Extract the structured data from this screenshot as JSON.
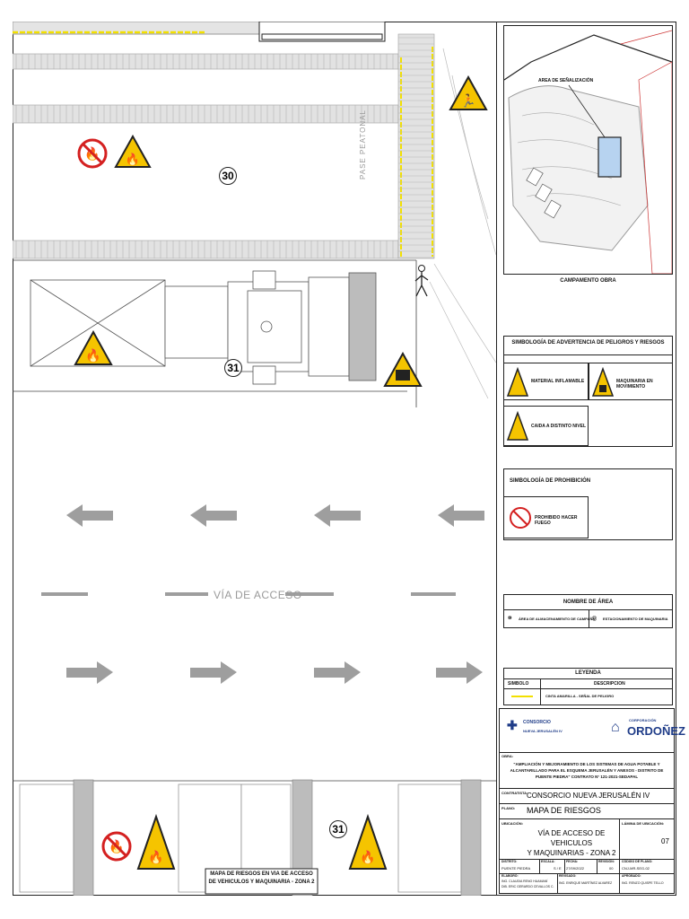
{
  "plan": {
    "pedestrian_label": "PASE PEATONAL",
    "road_label": "VÍA DE ACCESO",
    "markers": [
      "30",
      "31",
      "31"
    ],
    "caption_line1": "MAPA DE RIESGOS EN VIA DE ACCESO",
    "caption_line2": "DE VEHICULOS Y MAQUINARIA - ZONA 2"
  },
  "location_map": {
    "area_label": "AREA DE SEÑALIZACIÓN",
    "caption": "CAMPAMENTO OBRA"
  },
  "hazard_legend": {
    "title": "SIMBOLOGÍA DE ADVERTENCIA DE PELIGROS Y RIESGOS",
    "items": [
      "MATERIAL INFLAMABLE",
      "MAQUINARIA EN MOVIMIENTO",
      "CAIDA A DISTINTO NIVEL"
    ]
  },
  "prohibition_legend": {
    "title": "SIMBOLOGÍA DE PROHIBICIÓN",
    "items": [
      "PROHIBIDO HACER FUEGO"
    ]
  },
  "area_names": {
    "title": "NOMBRE DE ÁREA",
    "items": [
      "ÁREA DE ALMACENAMIENTO DE CAMPAÑA",
      "ESTACIONAMIENTO DE MAQUINARIA"
    ]
  },
  "leyenda": {
    "title": "LEYENDA",
    "col_symbol": "SIMBOLO",
    "col_desc": "DESCRIPCION",
    "row_desc": "CINTA AMARILLA - SEÑAL DE PELIGRO"
  },
  "title_block": {
    "consortium_logo_line1": "CONSORCIO",
    "consortium_logo_line2": "NUEVA JERUSALÉN IV",
    "company_small": "CORPORACIÓN",
    "company": "ORDOÑEZ",
    "obra_label": "OBRA:",
    "obra_text": "\"AMPLIACIÓN Y MEJORAMIENTO DE LOS SISTEMAS DE AGUA POTABLE Y ALCANTARILLADO PARA EL ESQUEMA JERUSALÉN Y ANEXOS - DISTRITO DE PUENTE PIEDRA\" CONTRATO N° 121-2021-SEDAPAL",
    "contratista_label": "CONTRATISTA:",
    "contratista": "CONSORCIO NUEVA JERUSALÉN IV",
    "plano_label": "PLANO:",
    "plano": "MAPA DE RIESGOS",
    "ubicacion_label": "UBICACIÓN:",
    "ubicacion_line1": "VÍA DE ACCESO DE VEHICULOS",
    "ubicacion_line2": "Y MAQUINARIAS - ZONA 2",
    "lamina_label": "LÁMINA DE UBICACIÓN:",
    "lamina": "07",
    "distrito_label": "DISTRITO:",
    "distrito": "PUENTE PIEDRA",
    "escala_label": "ESCALA:",
    "escala": "S / E",
    "fecha_label": "FECHA:",
    "fecha": "27/09/2022",
    "revision_label": "REVISIÓN:",
    "revision": "00",
    "codigo_label": "CÓDIGO DE PLANO:",
    "codigo": "CNJ-MR-SEG-02",
    "elaboro_label": "ELABORÓ:",
    "elaboro1": "ING. CLAUDIA RENO HUAMANÍ",
    "elaboro2": "DIB. ERIC GERARDO CEVALLOS C.",
    "reviso_label": "REVISADO:",
    "reviso": "ING. ENRIQUE MARTÍNEZ ALVAREZ",
    "aprobo_label": "APROBADO:",
    "aprobo": "ING. RENZO QUISPE TELLO"
  },
  "colors": {
    "warning_yellow": "#f5c400",
    "prohibition_red": "#d42020",
    "tape_yellow": "#f2e000",
    "arrow_gray": "#9e9e9e",
    "line_color": "#222222"
  }
}
